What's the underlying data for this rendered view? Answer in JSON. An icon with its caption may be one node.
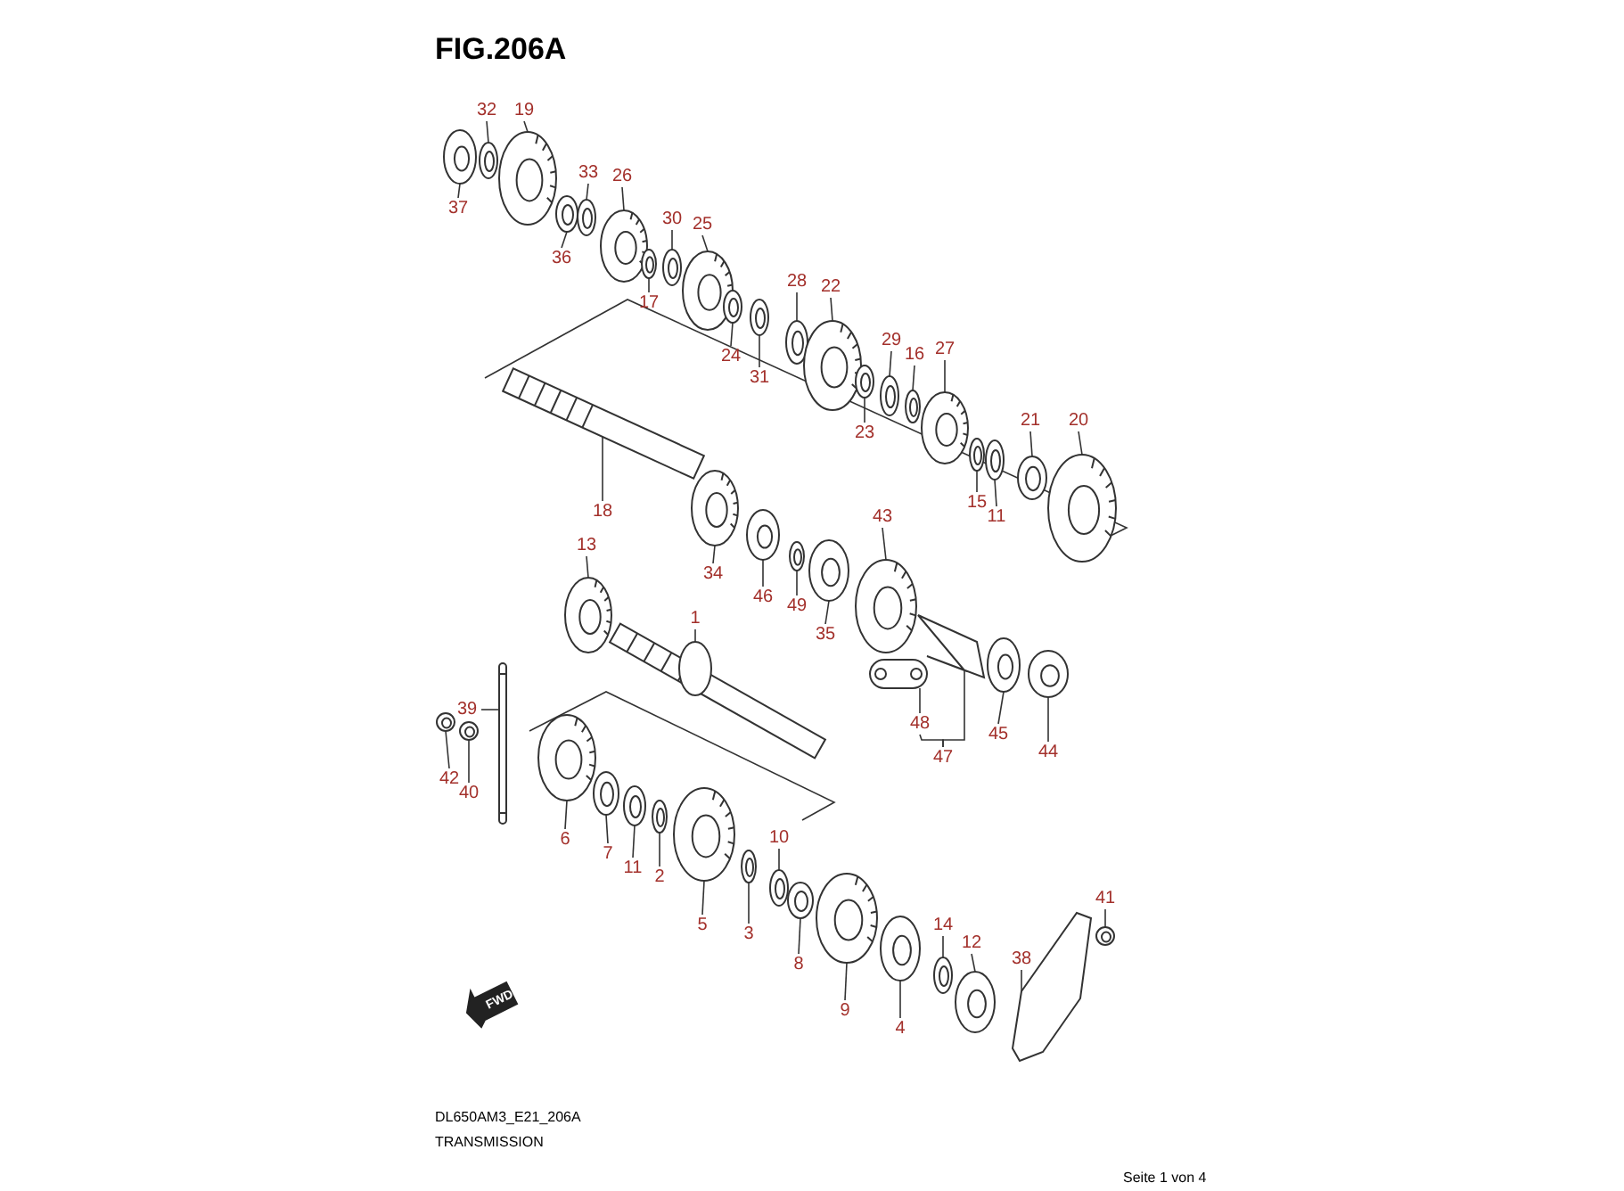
{
  "diagram": {
    "title": "FIG.206A",
    "nodes": [
      {
        "text": [
          "32"
        ]
      },
      {
        "text": [
          "19"
        ]
      },
      {
        "text": [
          "37"
        ]
      },
      {
        "text": [
          "33"
        ]
      },
      {
        "text": [
          "26"
        ]
      },
      {
        "text": [
          "36"
        ]
      },
      {
        "text": [
          "30"
        ]
      },
      {
        "text": [
          "25"
        ]
      },
      {
        "text": [
          "17"
        ]
      },
      {
        "text": [
          "28"
        ]
      },
      {
        "text": [
          "22"
        ]
      },
      {
        "text": [
          "24"
        ]
      },
      {
        "text": [
          "31"
        ]
      },
      {
        "text": [
          "29"
        ]
      },
      {
        "text": [
          "16"
        ]
      },
      {
        "text": [
          "27"
        ]
      },
      {
        "text": [
          "23"
        ]
      },
      {
        "text": [
          "21"
        ]
      },
      {
        "text": [
          "20"
        ]
      },
      {
        "text": [
          "15"
        ]
      },
      {
        "text": [
          "11"
        ]
      },
      {
        "text": [
          "18"
        ]
      },
      {
        "text": [
          "43"
        ]
      },
      {
        "text": [
          "13"
        ]
      },
      {
        "text": [
          "34"
        ]
      },
      {
        "text": [
          "46"
        ]
      },
      {
        "text": [
          "49"
        ]
      },
      {
        "text": [
          "35"
        ]
      },
      {
        "text": [
          "1"
        ]
      },
      {
        "text": [
          "39"
        ]
      },
      {
        "text": [
          "48"
        ]
      },
      {
        "text": [
          "45"
        ]
      },
      {
        "text": [
          "47"
        ]
      },
      {
        "text": [
          "44"
        ]
      },
      {
        "text": [
          "42"
        ]
      },
      {
        "text": [
          "40"
        ]
      },
      {
        "text": [
          "10"
        ]
      },
      {
        "text": [
          "6"
        ]
      },
      {
        "text": [
          "7"
        ]
      },
      {
        "text": [
          "11"
        ]
      },
      {
        "text": [
          "2"
        ]
      },
      {
        "text": [
          "41"
        ]
      },
      {
        "text": [
          "5"
        ]
      },
      {
        "text": [
          "3"
        ]
      },
      {
        "text": [
          "14"
        ]
      },
      {
        "text": [
          "12"
        ]
      },
      {
        "text": [
          "38"
        ]
      },
      {
        "text": [
          "8"
        ]
      },
      {
        "text": [
          "9"
        ]
      },
      {
        "text": [
          "4"
        ]
      },
      {
        "text": [],
        "shape": "picture"
      },
      {
        "text": [],
        "shape": "picture"
      },
      {
        "text": [],
        "shape": "picture"
      },
      {
        "text": [],
        "shape": "picture"
      },
      {
        "text": [],
        "shape": "picture"
      },
      {
        "text": [],
        "shape": "picture"
      },
      {
        "text": [],
        "shape": "picture"
      },
      {
        "text": [],
        "shape": "picture"
      },
      {
        "text": [],
        "shape": "picture"
      },
      {
        "text": [],
        "shape": "picture"
      },
      {
        "text": [],
        "shape": "picture"
      },
      {
        "text": [],
        "shape": "picture"
      },
      {
        "text": [],
        "shape": "picture"
      },
      {
        "text": [],
        "shape": "picture"
      },
      {
        "text": [],
        "shape": "picture"
      },
      {
        "text": [],
        "shape": "picture"
      },
      {
        "text": [],
        "shape": "picture"
      },
      {
        "text": [],
        "shape": "picture"
      },
      {
        "text": [],
        "shape": "picture"
      },
      {
        "text": [],
        "shape": "picture"
      },
      {
        "text": [],
        "shape": "picture"
      },
      {
        "text": [],
        "shape": "picture"
      },
      {
        "text": [],
        "shape": "picture"
      },
      {
        "text": [],
        "shape": "picture"
      },
      {
        "text": [],
        "shape": "picture"
      },
      {
        "text": [],
        "shape": "picture"
      },
      {
        "text": [],
        "shape": "picture"
      },
      {
        "text": [],
        "shape": "picture"
      },
      {
        "text": [],
        "shape": "picture"
      },
      {
        "text": [],
        "shape": "picture"
      },
      {
        "text": [],
        "shape": "picture"
      },
      {
        "text": [],
        "shape": "picture"
      },
      {
        "text": [],
        "shape": "picture"
      },
      {
        "text": [],
        "shape": "picture"
      },
      {
        "text": [],
        "shape": "picture"
      },
      {
        "text": [],
        "shape": "picture"
      },
      {
        "text": [],
        "shape": "picture"
      },
      {
        "text": [],
        "shape": "picture"
      },
      {
        "text": [],
        "shape": "picture"
      },
      {
        "text": [],
        "shape": "picture"
      },
      {
        "text": [],
        "shape": "picture"
      },
      {
        "text": [],
        "shape": "picture"
      },
      {
        "text": [],
        "shape": "picture"
      },
      {
        "text": [],
        "shape": "picture"
      },
      {
        "text": [],
        "shape": "picture"
      },
      {
        "text": [],
        "shape": "picture"
      },
      {
        "text": [],
        "shape": "picture"
      },
      {
        "text": [],
        "shape": "picture"
      },
      {
        "text": [],
        "shape": "picture"
      },
      {
        "text": [],
        "shape": "picture"
      }
    ],
    "edges": [
      {
        "from": 0,
        "to": 50,
        "arrow": "none"
      },
      {
        "from": 1,
        "to": 51,
        "arrow": "none"
      },
      {
        "from": 2,
        "to": 52,
        "arrow": "none"
      },
      {
        "from": 3,
        "to": 53,
        "arrow": "none"
      },
      {
        "from": 4,
        "to": 54,
        "arrow": "none"
      },
      {
        "from": 5,
        "to": 55,
        "arrow": "none"
      },
      {
        "from": 6,
        "to": 56,
        "arrow": "none"
      },
      {
        "from": 7,
        "to": 57,
        "arrow": "none"
      },
      {
        "from": 8,
        "to": 58,
        "arrow": "none"
      },
      {
        "from": 9,
        "to": 59,
        "arrow": "none"
      },
      {
        "from": 10,
        "to": 60,
        "arrow": "none"
      },
      {
        "from": 11,
        "to": 61,
        "arrow": "none"
      },
      {
        "from": 12,
        "to": 62,
        "arrow": "none"
      },
      {
        "from": 13,
        "to": 63,
        "arrow": "none"
      },
      {
        "from": 14,
        "to": 64,
        "arrow": "none"
      },
      {
        "from": 15,
        "to": 65,
        "arrow": "none"
      },
      {
        "from": 16,
        "to": 66,
        "arrow": "none"
      },
      {
        "from": 17,
        "to": 67,
        "arrow": "none"
      },
      {
        "from": 18,
        "to": 68,
        "arrow": "none"
      },
      {
        "from": 19,
        "to": 69,
        "arrow": "none"
      },
      {
        "from": 20,
        "to": 70,
        "arrow": "none"
      },
      {
        "from": 21,
        "to": 71,
        "arrow": "none"
      },
      {
        "from": 22,
        "to": 72,
        "arrow": "none"
      },
      {
        "from": 23,
        "to": 73,
        "arrow": "none"
      },
      {
        "from": 24,
        "to": 74,
        "arrow": "none"
      },
      {
        "from": 25,
        "to": 75,
        "arrow": "none"
      },
      {
        "from": 26,
        "to": 76,
        "arrow": "none"
      },
      {
        "from": 27,
        "to": 77,
        "arrow": "none"
      },
      {
        "from": 28,
        "to": 78,
        "arrow": "none"
      },
      {
        "from": 29,
        "to": 79,
        "arrow": "none"
      },
      {
        "from": 30,
        "to": 80,
        "arrow": "none"
      },
      {
        "from": 31,
        "to": 81,
        "arrow": "none"
      },
      {
        "from": 32,
        "to": 30,
        "arrow": "none"
      },
      {
        "from": 32,
        "to": 82,
        "arrow": "none"
      },
      {
        "from": 33,
        "to": 83,
        "arrow": "none"
      },
      {
        "from": 34,
        "to": 84,
        "arrow": "none"
      },
      {
        "from": 35,
        "to": 85,
        "arrow": "none"
      },
      {
        "from": 36,
        "to": 86,
        "arrow": "none"
      },
      {
        "from": 37,
        "to": 87,
        "arrow": "none"
      },
      {
        "from": 38,
        "to": 88,
        "arrow": "none"
      },
      {
        "from": 39,
        "to": 89,
        "arrow": "none"
      },
      {
        "from": 40,
        "to": 90,
        "arrow": "none"
      },
      {
        "from": 41,
        "to": 91,
        "arrow": "none"
      },
      {
        "from": 42,
        "to": 92,
        "arrow": "none"
      },
      {
        "from": 43,
        "to": 93,
        "arrow": "none"
      },
      {
        "from": 44,
        "to": 94,
        "arrow": "none"
      },
      {
        "from": 45,
        "to": 95,
        "arrow": "none"
      },
      {
        "from": 46,
        "to": 96,
        "arrow": "none"
      },
      {
        "from": 47,
        "to": 97,
        "arrow": "none"
      },
      {
        "from": 48,
        "to": 98,
        "arrow": "none"
      },
      {
        "from": 49,
        "to": 99,
        "arrow": "none"
      }
    ],
    "labels": [
      "FWD",
      "DL650AM3_E21_206A",
      "TRANSMISSION",
      "Seite 1 von 4"
    ]
  }
}
